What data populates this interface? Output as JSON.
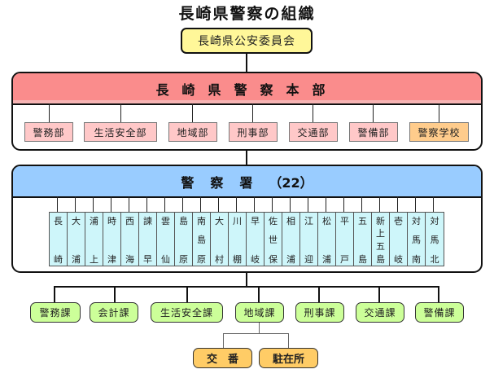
{
  "title": "長崎県警察の組織",
  "committee": "長崎県公安委員会",
  "headquarters": {
    "label": "長崎県警察本部",
    "departments": [
      {
        "label": "警務部",
        "type": "dept"
      },
      {
        "label": "生活安全部",
        "type": "dept"
      },
      {
        "label": "地域部",
        "type": "dept"
      },
      {
        "label": "刑事部",
        "type": "dept"
      },
      {
        "label": "交通部",
        "type": "dept"
      },
      {
        "label": "警備部",
        "type": "dept"
      },
      {
        "label": "警察学校",
        "type": "school"
      }
    ]
  },
  "police_stations": {
    "label": "警察署",
    "count": "（22）",
    "stations": [
      [
        "長",
        "",
        "崎"
      ],
      [
        "大",
        "",
        "浦"
      ],
      [
        "浦",
        "",
        "上"
      ],
      [
        "時",
        "",
        "津"
      ],
      [
        "西",
        "",
        "海"
      ],
      [
        "諫",
        "",
        "早"
      ],
      [
        "雲",
        "",
        "仙"
      ],
      [
        "島",
        "",
        "原"
      ],
      [
        "南",
        "島",
        "原"
      ],
      [
        "大",
        "",
        "村"
      ],
      [
        "川",
        "",
        "棚"
      ],
      [
        "早",
        "",
        "岐"
      ],
      [
        "佐",
        "世",
        "保"
      ],
      [
        "相",
        "",
        "浦"
      ],
      [
        "江",
        "",
        "迎"
      ],
      [
        "松",
        "",
        "浦"
      ],
      [
        "平",
        "",
        "戸"
      ],
      [
        "五",
        "",
        "島"
      ],
      [
        "新",
        "上五",
        "島"
      ],
      [
        "壱",
        "",
        "岐"
      ],
      [
        "対",
        "馬",
        "南"
      ],
      [
        "対",
        "馬",
        "北"
      ]
    ]
  },
  "sections": [
    {
      "label": "警務課"
    },
    {
      "label": "会計課"
    },
    {
      "label": "生活安全課"
    },
    {
      "label": "地域課"
    },
    {
      "label": "刑事課"
    },
    {
      "label": "交通課"
    },
    {
      "label": "警備課"
    }
  ],
  "sub_units": [
    {
      "label": "交　番"
    },
    {
      "label": "駐在所"
    }
  ],
  "colors": {
    "committee": "#fff799",
    "headquarters_header": "#fa8c8c",
    "department": "#ffc8c8",
    "school": "#ffcc8c",
    "stations_header": "#99ccff",
    "station": "#cef6fa",
    "section": "#ccff99",
    "sub_unit": "#ffcc66"
  }
}
